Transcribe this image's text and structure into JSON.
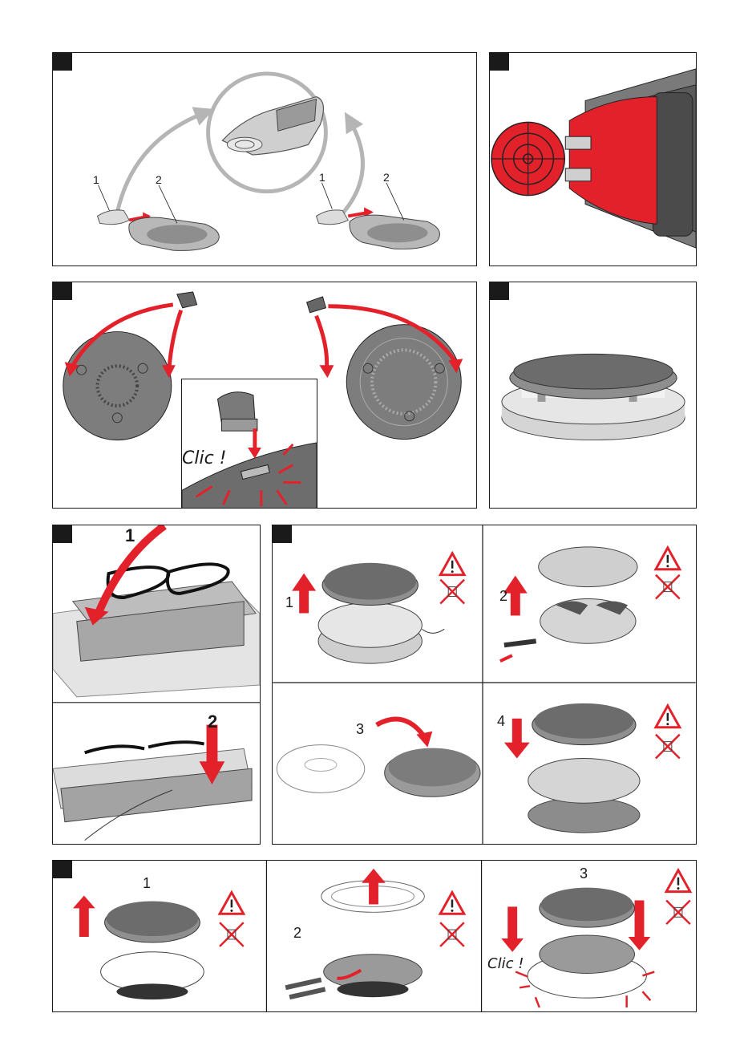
{
  "panel1": {
    "labels": [
      "1",
      "2",
      "1",
      "2"
    ]
  },
  "panel3": {
    "clic": "Clic !"
  },
  "panel5": {
    "labels": [
      "1",
      "2"
    ]
  },
  "panel6": {
    "labels": [
      "1",
      "2",
      "3",
      "4"
    ]
  },
  "panel7": {
    "labels": [
      "1",
      "2",
      "3"
    ],
    "clic": "Clic !"
  },
  "colors": {
    "accent": "#e3212b",
    "dark": "#1a1a1a",
    "grey": "#8a8a8a",
    "light": "#d9d9d9"
  }
}
